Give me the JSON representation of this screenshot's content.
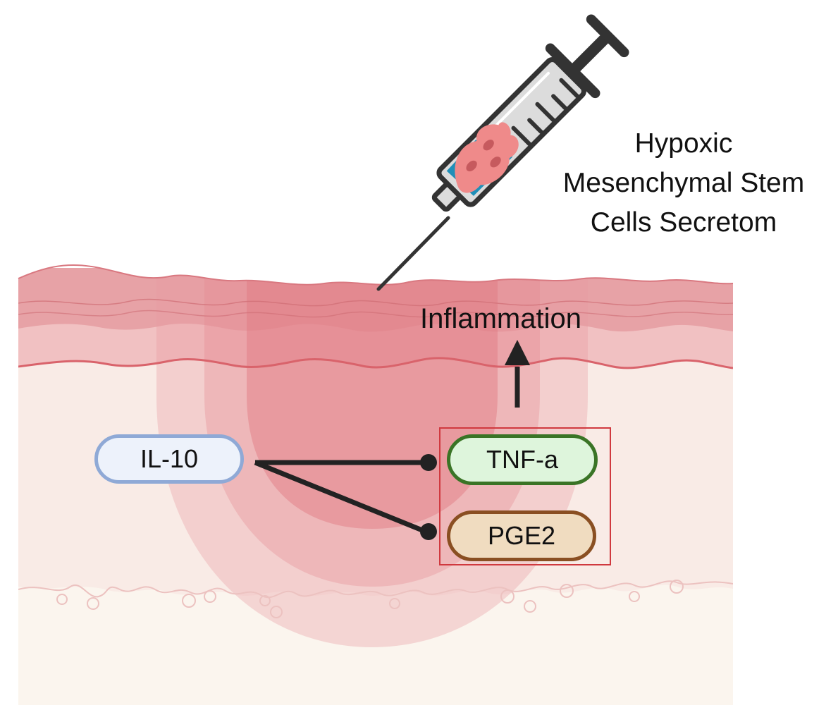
{
  "diagram": {
    "title_lines": [
      "Hypoxic",
      "Mesenchymal Stem",
      "Cells Secretom"
    ],
    "effect_label": "Inflammation",
    "molecules": {
      "il10": {
        "label": "IL-10",
        "fill": "#edf2fb",
        "stroke": "#8fa9d6"
      },
      "tnf": {
        "label": "TNF-a",
        "fill": "#def5dc",
        "stroke": "#3a7426"
      },
      "pge2": {
        "label": "PGE2",
        "fill": "#f0dcc0",
        "stroke": "#8a4f22"
      }
    },
    "target_box_color": "#d0393f",
    "relations": [
      {
        "from": "IL-10",
        "to": "TNF-a",
        "type": "inhibition"
      },
      {
        "from": "IL-10",
        "to": "PGE2",
        "type": "inhibition"
      },
      {
        "from": "TNF-a / PGE2",
        "to": "Inflammation",
        "type": "increase"
      }
    ],
    "colors": {
      "epidermis": "#e09098",
      "dermis_top": "#f1c1c2",
      "dermis": "#f9ebe6",
      "hypodermis": "#fbf5ee",
      "inflam_outer": "#f2c6c6",
      "inflam_mid": "#eab0b0",
      "inflam_inner": "#e58f96",
      "syringe_outline": "#333333",
      "syringe_barrel": "#dcdcdc",
      "cells_pink": "#ef8a8a",
      "cells_blue": "#1f8fb8"
    }
  }
}
